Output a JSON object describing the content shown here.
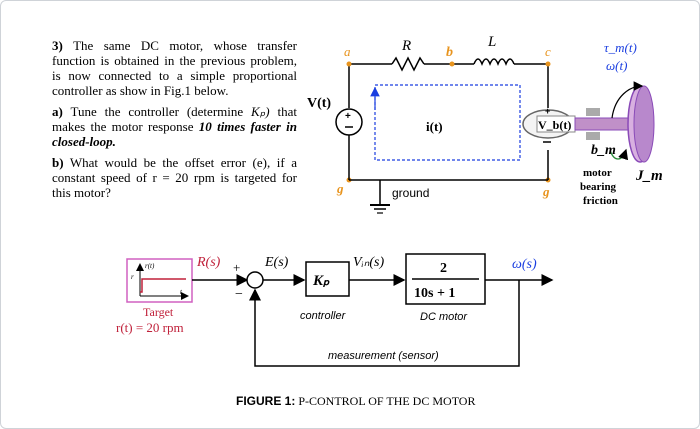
{
  "question": {
    "number": "3)",
    "intro": "The same DC motor, whose transfer function is obtained in the previous problem, is now connected to a simple proportional controller as show in Fig.1 below.",
    "a_label": "a)",
    "a_text_1": "Tune the controller (determine ",
    "a_kp": "Kₚ)",
    "a_text_2": " that makes the motor response ",
    "a_emph": "10 times faster in closed-loop.",
    "b_label": "b)",
    "b_text": "What would be the offset error (e), if a constant speed of r = 20 rpm is targeted for this motor?"
  },
  "circuit": {
    "node_a": "a",
    "node_b": "b",
    "node_c": "c",
    "node_g1": "g",
    "node_g2": "g",
    "R": "R",
    "L": "L",
    "source": "V(t)",
    "current": "i(t)",
    "back_emf": "V_b(t)",
    "ground": "ground",
    "torque": "τ_m(t)",
    "omega": "ω(t)",
    "damping": "b_m",
    "inertia": "J_m",
    "friction_label_1": "motor",
    "friction_label_2": "bearing",
    "friction_label_3": "friction"
  },
  "block": {
    "R_s": "R(s)",
    "E_s": "E(s)",
    "Kp": "Kₚ",
    "controller": "controller",
    "Vin": "Vᵢₙ(s)",
    "num": "2",
    "den": "10s + 1",
    "dc_motor": "DC motor",
    "omega_s": "ω(s)",
    "plus": "+",
    "minus": "−",
    "measurement": "measurement (sensor)",
    "target_1": "Target",
    "target_2": "r(t) = 20 rpm",
    "rt_label": "r(t)",
    "r_axis": "r",
    "t_axis": "t"
  },
  "caption": {
    "bold": "FIGURE 1:",
    "text": " P-CONTROL OF THE DC MOTOR"
  },
  "colors": {
    "accent_red": "#c0203a",
    "blue": "#1a3ee0",
    "orange": "#e8941e",
    "magenta": "#d058c8",
    "purple": "#8a4bb8",
    "pink_frame": "#d060c0"
  }
}
